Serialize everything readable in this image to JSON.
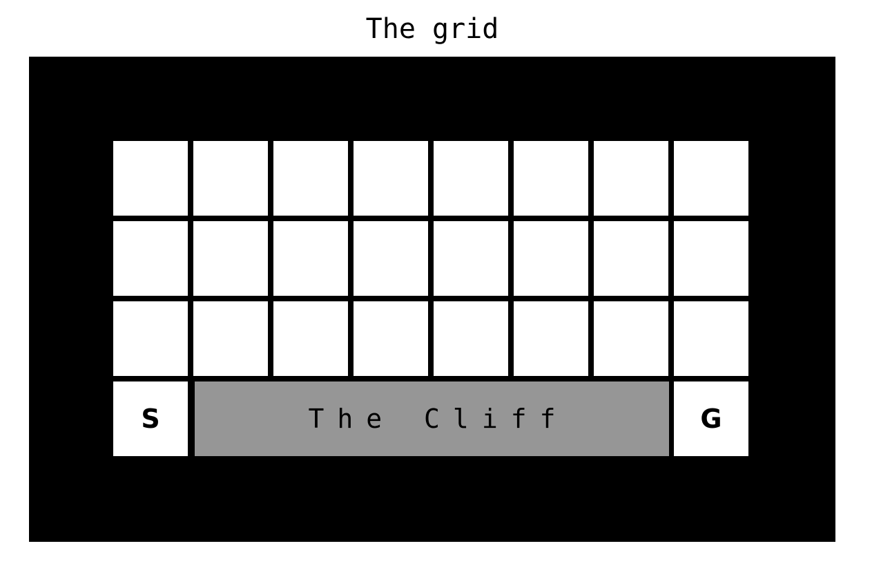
{
  "title": "The grid",
  "grid": {
    "rows": 4,
    "cols": 8,
    "start_label": "S",
    "goal_label": "G",
    "cliff_label": "The Cliff"
  },
  "colors": {
    "border": "#000000",
    "cell": "#ffffff",
    "cliff": "#969696"
  }
}
